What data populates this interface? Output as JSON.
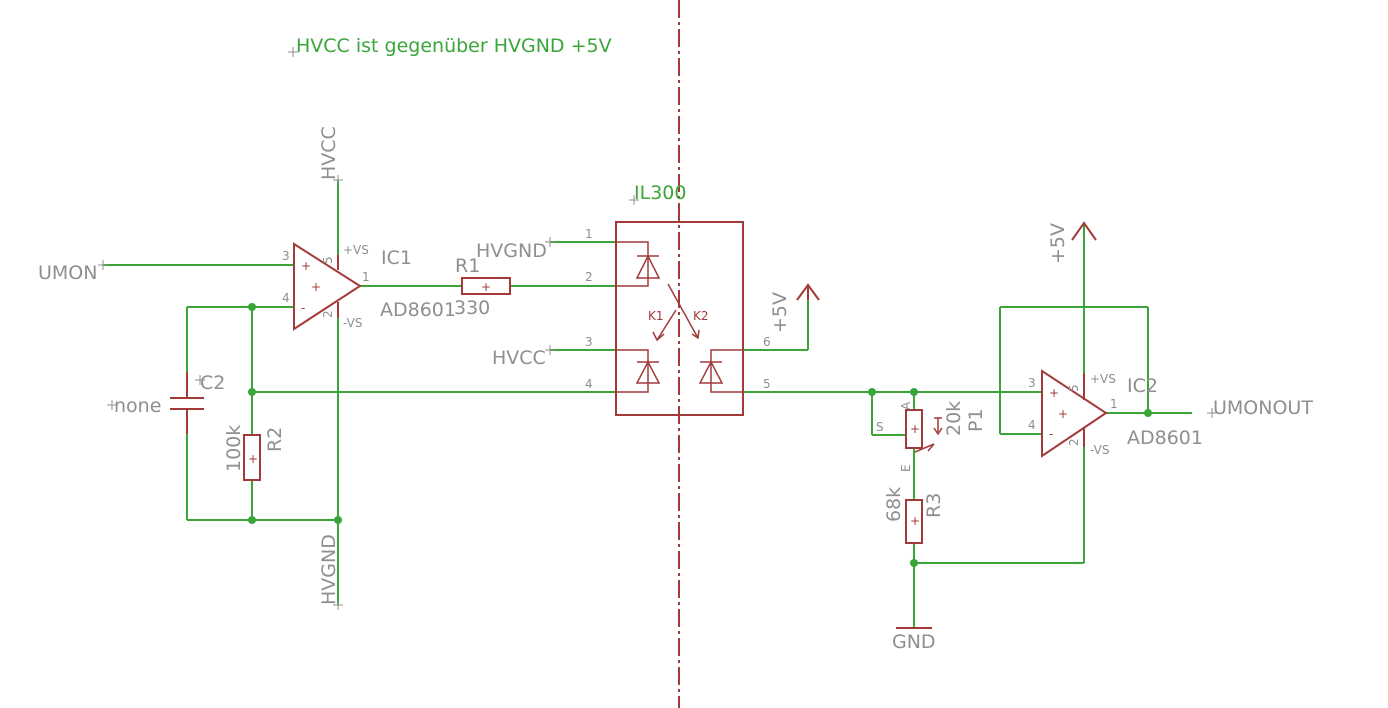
{
  "note": "HVCC ist gegenüber HVGND +5V",
  "nets": {
    "umon": "UMON",
    "umonout": "UMONOUT",
    "hvcc_top": "HVCC",
    "hvgnd_bottom": "HVGND",
    "hvgnd_pin": "HVGND",
    "hvcc_pin": "HVCC",
    "plus5v_right": "+5V",
    "plus5v_top": "+5V",
    "gnd": "GND"
  },
  "parts": {
    "ic1": {
      "name": "IC1",
      "value": "AD8601",
      "pos_supply": "+VS",
      "neg_supply": "-VS",
      "pin_out": "1",
      "pin_in_plus": "3",
      "pin_in_minus": "4",
      "pin_v5": "5",
      "pin_v2": "2"
    },
    "ic2": {
      "name": "IC2",
      "value": "AD8601",
      "pos_supply": "+VS",
      "neg_supply": "-VS",
      "pin_out": "1",
      "pin_in_plus": "3",
      "pin_in_minus": "4",
      "pin_v5": "5",
      "pin_v2": "2"
    },
    "r1": {
      "name": "R1",
      "value": "330"
    },
    "r2": {
      "name": "R2",
      "value": "100k"
    },
    "r3": {
      "name": "R3",
      "value": "68k"
    },
    "c2": {
      "name": "C2",
      "value": "none"
    },
    "p1": {
      "name": "P1",
      "value": "20k",
      "pin_a": "A",
      "pin_e": "E",
      "pin_s": "S"
    },
    "il300": {
      "name": "IL300",
      "k1": "K1",
      "k2": "K2",
      "pins": [
        "1",
        "2",
        "3",
        "4",
        "5",
        "6"
      ]
    }
  }
}
